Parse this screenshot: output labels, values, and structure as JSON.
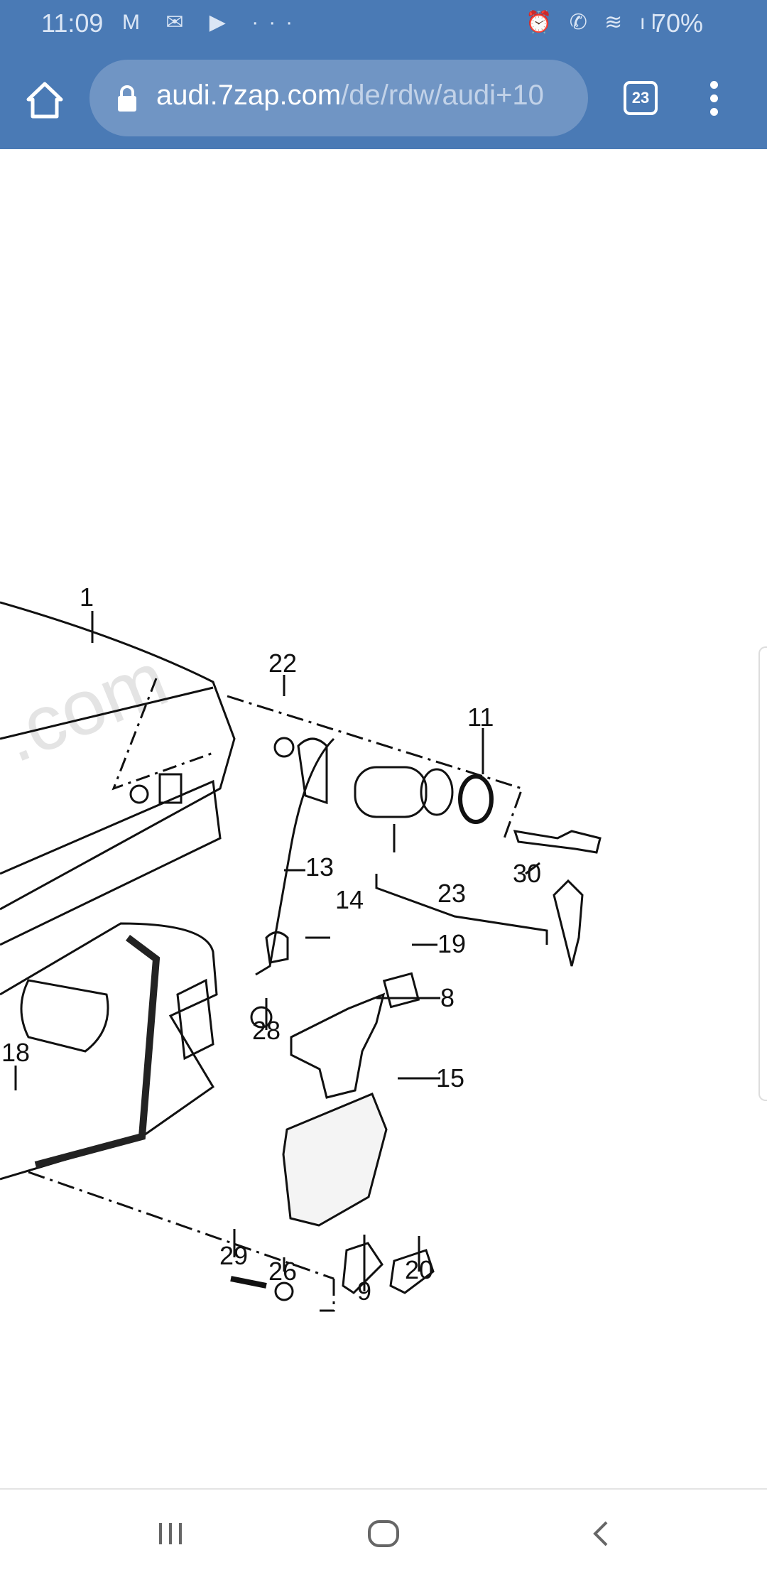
{
  "status_bar": {
    "time": "11:09",
    "left_icons": "M ✉ ▶ ···",
    "right_icons": "⏰ ✆ ≋ ıl",
    "battery": "70%"
  },
  "browser": {
    "url_domain": "audi.7zap.com",
    "url_path": "/de/rdw/audi+10",
    "tab_count": "23"
  },
  "diagram": {
    "watermark": ".com",
    "part_labels": {
      "p1": "1",
      "p22": "22",
      "p11": "11",
      "p13": "13",
      "p23": "23",
      "p30": "30",
      "p14": "14",
      "p19": "19",
      "p8": "8",
      "p28": "28",
      "p18": "18",
      "p15": "15",
      "p29": "29",
      "p26": "26",
      "p20": "20",
      "p9": "9"
    }
  },
  "colors": {
    "toolbar": "#4a7ab5",
    "urlbar": "#7095c4"
  }
}
